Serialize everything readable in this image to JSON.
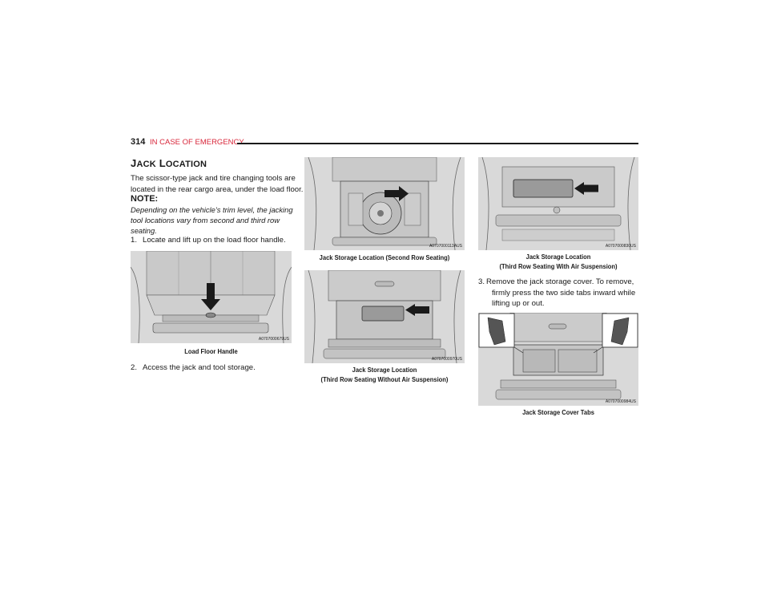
{
  "header": {
    "page_number": "314",
    "section": "IN CASE OF EMERGENCY"
  },
  "heading": {
    "first_cap": "J",
    "first_rest": "ACK",
    "second_cap": "L",
    "second_rest": "OCATION"
  },
  "intro": {
    "line1": "The scissor-type jack and tire changing tools are",
    "line2": "located in the rear cargo area, under the load floor."
  },
  "note": {
    "label": "NOTE:",
    "line1": "Depending on the vehicle’s trim level, the jacking",
    "line2": "tool locations vary from second and third row",
    "line3": "seating."
  },
  "steps": [
    {
      "num": "1.",
      "text": "Locate and lift up on the load floor handle."
    },
    {
      "num": "2.",
      "text": "Access the jack and tool storage."
    },
    {
      "num": "3.",
      "line1": "Remove the jack storage cover. To remove,",
      "line2": "firmly press the two side tabs inward while",
      "line3": "lifting up or out."
    }
  ],
  "figures": {
    "load_floor": {
      "caption": "Load Floor Handle",
      "code": "A0707000679US"
    },
    "second_row": {
      "caption": "Jack Storage Location (Second Row Seating)",
      "code": "A0707000113AUS"
    },
    "third_row_no_air": {
      "caption_line1": "Jack Storage Location",
      "caption_line2": "(Third Row Seating Without Air Suspension)",
      "code": "A0707000970US"
    },
    "third_row_air": {
      "caption_line1": "Jack Storage Location",
      "caption_line2": "(Third Row Seating With Air Suspension)",
      "code": "A0707000830US"
    },
    "cover_tabs": {
      "caption": "Jack Storage Cover Tabs",
      "code": "A0707000984US"
    }
  },
  "colors": {
    "accent_red": "#d8263a",
    "text": "#1a1a1a",
    "figure_bg": "#dcdcdc"
  }
}
